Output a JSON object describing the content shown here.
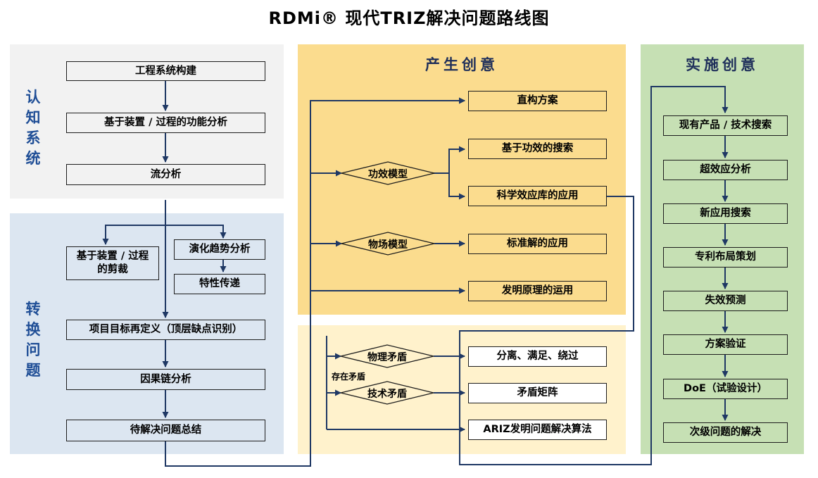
{
  "title": "RDMi® 现代TRIZ解决问题路线图",
  "sections": {
    "cognize_label": "认\n知\n系\n统",
    "transform_label": "转\n换\n问\n题",
    "generate_title": "产生创意",
    "implement_title": "实施创意"
  },
  "cognize_steps": [
    "工程系统构建",
    "基于装置 / 过程的功能分析",
    "流分析"
  ],
  "transform": {
    "trim": "基于装置 / 过程\n的剪裁",
    "trend": "演化趋势分析",
    "trait": "特性传递",
    "redefine": "项目目标再定义（顶层缺点识别）",
    "causal": "因果链分析",
    "summary": "待解决问题总结"
  },
  "generate": {
    "direct": "直构方案",
    "function_model": "功效模型",
    "effect_search": "基于功效的搜索",
    "effect_db": "科学效应库的应用",
    "substance_model": "物场模型",
    "standard": "标准解的应用",
    "principles": "发明原理的运用"
  },
  "contradiction": {
    "exists": "存在矛盾",
    "physical": "物理矛盾",
    "physical_result": "分离、满足、绕过",
    "technical": "技术矛盾",
    "technical_result": "矛盾矩阵",
    "ariz": "ARIZ发明问题解决算法"
  },
  "implement_steps": [
    "现有产品 / 技术搜索",
    "超效应分析",
    "新应用搜索",
    "专利布局策划",
    "失效预测",
    "方案验证",
    "DoE（试验设计）",
    "次级问题的解决"
  ],
  "colors": {
    "cognize_bg": "#f2f2f2",
    "transform_bg": "#dce6f1",
    "generate_bg": "#fbdc8e",
    "contradiction_bg": "#fff2cc",
    "implement_bg": "#c6e0b4",
    "line": "#1f3864"
  }
}
